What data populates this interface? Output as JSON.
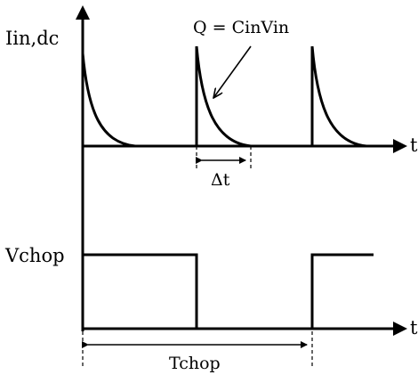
{
  "labels": {
    "top_y_axis": "Iin,dc",
    "charge": "Q = CinVin",
    "top_t": "t",
    "delta": "Δt",
    "bottom_y_axis": "Vchop",
    "bottom_t": "t",
    "period": "Tchop"
  },
  "colors": {
    "stroke": "#000000",
    "background": "#ffffff"
  }
}
